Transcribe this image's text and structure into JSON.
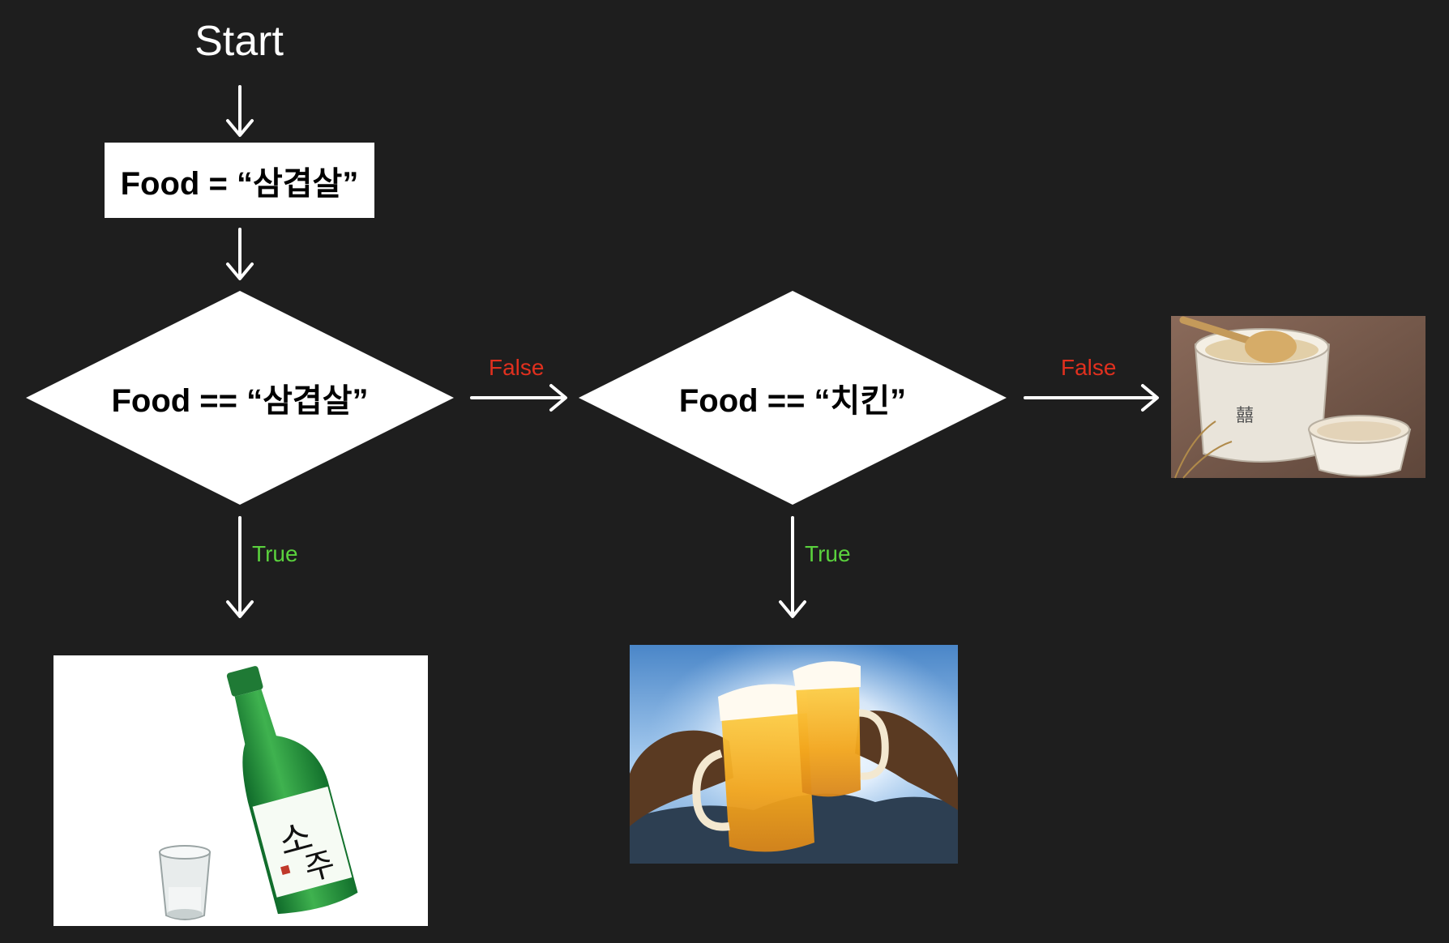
{
  "flowchart": {
    "start_label": "Start",
    "assign_box": "Food = “삼겹살”",
    "decision1": "Food == “삼겹살”",
    "decision2": "Food == “치킨”",
    "false_label_1": "False",
    "false_label_2": "False",
    "true_label_1": "True",
    "true_label_2": "True"
  },
  "colors": {
    "background": "#1e1e1e",
    "shape_fill": "#ffffff",
    "false": "#e0301e",
    "true": "#5ad13d"
  },
  "images": {
    "soju": "soju bottle and glass",
    "beer": "two beer mugs toasting",
    "makgeolli": "makgeolli bowl with ladle"
  }
}
